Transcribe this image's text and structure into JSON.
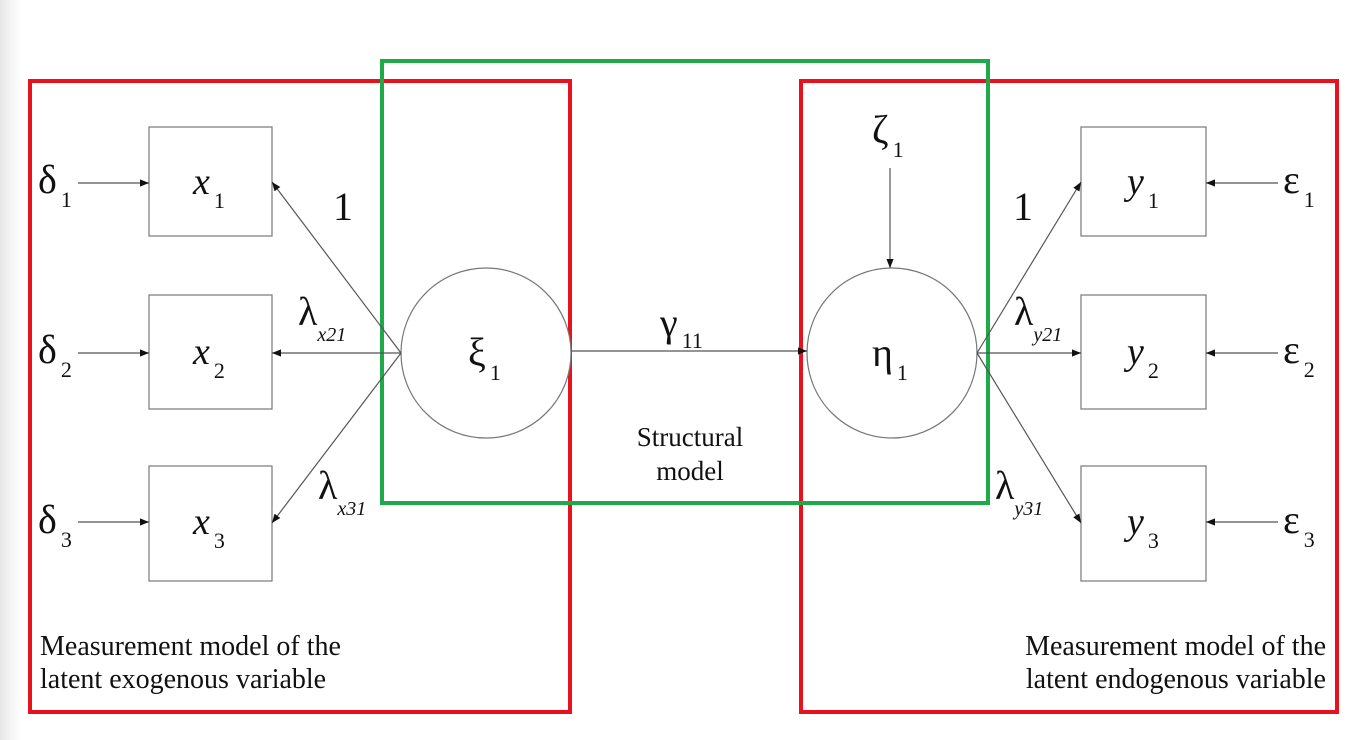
{
  "structural_label": [
    "Structural",
    "model"
  ],
  "exogenous_label": [
    "Measurement model of the",
    "latent exogenous variable"
  ],
  "endogenous_label": [
    "Measurement model of the",
    "latent endogenous variable"
  ],
  "latent": {
    "xi": {
      "symbol": "ξ",
      "sub": "1"
    },
    "eta": {
      "symbol": "η",
      "sub": "1"
    },
    "zeta": {
      "symbol": "ζ",
      "sub": "1"
    }
  },
  "path": {
    "symbol": "γ",
    "sub": "11"
  },
  "x_items": [
    {
      "name": "x",
      "sub": "1"
    },
    {
      "name": "x",
      "sub": "2"
    },
    {
      "name": "x",
      "sub": "3"
    }
  ],
  "y_items": [
    {
      "name": "y",
      "sub": "1"
    },
    {
      "name": "y",
      "sub": "2"
    },
    {
      "name": "y",
      "sub": "3"
    }
  ],
  "delta": [
    {
      "symbol": "δ",
      "sub": "1"
    },
    {
      "symbol": "δ",
      "sub": "2"
    },
    {
      "symbol": "δ",
      "sub": "3"
    }
  ],
  "epsilon": [
    {
      "symbol": "ε",
      "sub": "1"
    },
    {
      "symbol": "ε",
      "sub": "2"
    },
    {
      "symbol": "ε",
      "sub": "3"
    }
  ],
  "x_loadings": [
    {
      "symbol": "1",
      "sub": ""
    },
    {
      "symbol": "λ",
      "sub": "x21"
    },
    {
      "symbol": "λ",
      "sub": "x31"
    }
  ],
  "y_loadings": [
    {
      "symbol": "1",
      "sub": ""
    },
    {
      "symbol": "λ",
      "sub": "y21"
    },
    {
      "symbol": "λ",
      "sub": "y31"
    }
  ],
  "colors": {
    "measurement_box": "#e8121f",
    "structural_box": "#1faa4a",
    "lines": "#555555"
  }
}
